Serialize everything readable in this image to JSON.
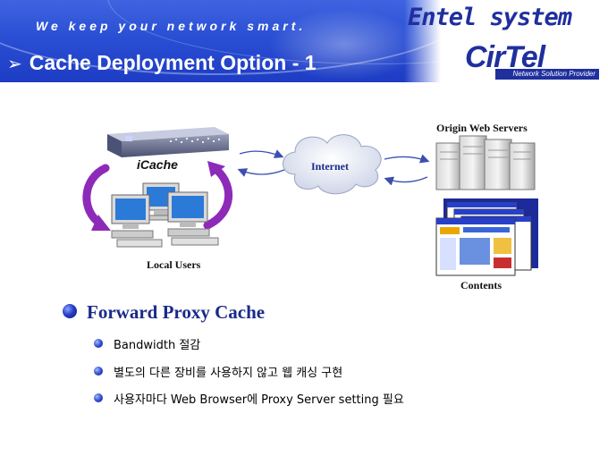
{
  "header": {
    "tagline": "We keep your network smart.",
    "title": "Cache Deployment Option - 1",
    "company": "Entel system",
    "logo": "CirTel",
    "logo_subtitle": "Network Solution Provider"
  },
  "diagram": {
    "icache": "iCache",
    "local_users": "Local Users",
    "internet": "Internet",
    "origin_servers": "Origin Web Servers",
    "contents": "Contents"
  },
  "bullets": {
    "main": "Forward Proxy Cache",
    "items": [
      "Bandwidth 절감",
      "별도의 다른 장비를 사용하지 않고 웹 캐싱 구현",
      "사용자마다 Web Browser에 Proxy Server setting 필요"
    ]
  },
  "colors": {
    "header_blue": "#2a4fd4",
    "brand_navy": "#1f2f9e",
    "cycle_arrow": "#8e2ab8"
  }
}
